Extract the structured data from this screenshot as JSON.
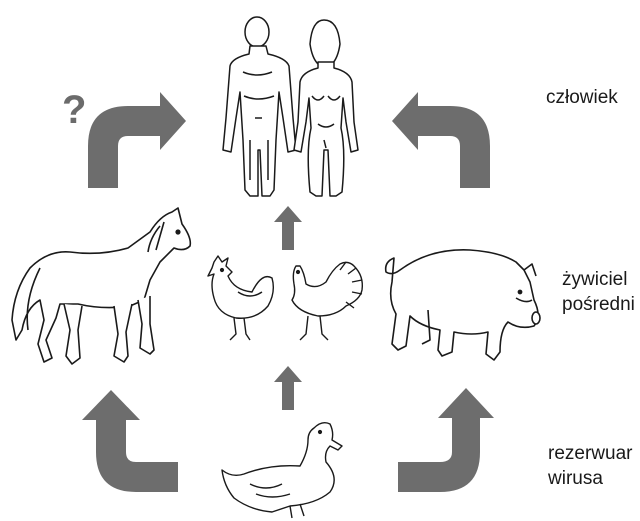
{
  "labels": {
    "human": "człowiek",
    "intermediate_host_line1": "żywiciel",
    "intermediate_host_line2": "pośredni",
    "reservoir_line1": "rezerwuar",
    "reservoir_line2": "wirusa",
    "unknown_path_mark": "?"
  },
  "icons": {
    "human_pair": "human-figures-icon",
    "horse": "horse-icon",
    "chicken": "chicken-icon",
    "turkey": "turkey-icon",
    "pig": "pig-icon",
    "duck": "duck-icon"
  },
  "colors": {
    "arrow": "#6d6d6d",
    "line_art": "#1a1a1a"
  }
}
